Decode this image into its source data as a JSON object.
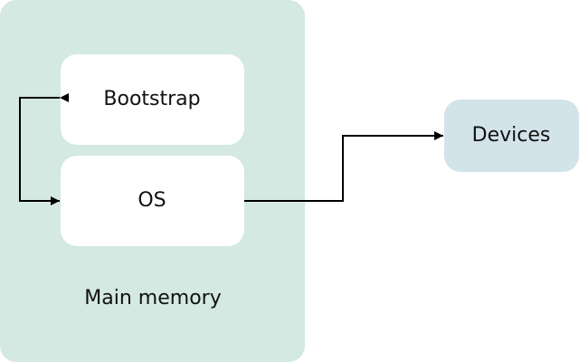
{
  "diagram": {
    "container": {
      "label": "Main memory",
      "fill": "#d3e9e1"
    },
    "nodes": {
      "bootstrap": {
        "label": "Bootstrap",
        "fill": "#ffffff"
      },
      "os": {
        "label": "OS",
        "fill": "#ffffff"
      },
      "devices": {
        "label": "Devices",
        "fill": "#d3e3ea"
      }
    },
    "edges": [
      {
        "from": "bootstrap",
        "to": "os",
        "style": "bidirectional"
      },
      {
        "from": "os",
        "to": "devices",
        "style": "directed"
      }
    ],
    "stroke_color": "#000000"
  }
}
